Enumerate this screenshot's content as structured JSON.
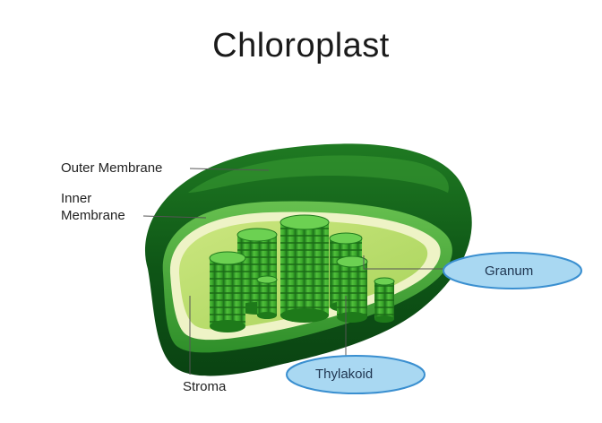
{
  "title": "Chloroplast",
  "labels": {
    "outer_membrane": "Outer Membrane",
    "inner_membrane_line1": "Inner",
    "inner_membrane_line2": "Membrane",
    "stroma": "Stroma",
    "granum": "Granum",
    "thylakoid": "Thylakoid"
  },
  "colors": {
    "outer_dark": "#0f5a1a",
    "outer_mid": "#2e8b2a",
    "outer_light": "#5fb84a",
    "inner_pale": "#eef3c6",
    "stroma": "#b8dc6a",
    "thylakoid": "#3cae2c",
    "callout_fill": "#a9d8f2",
    "callout_stroke": "#3a8fd0"
  }
}
